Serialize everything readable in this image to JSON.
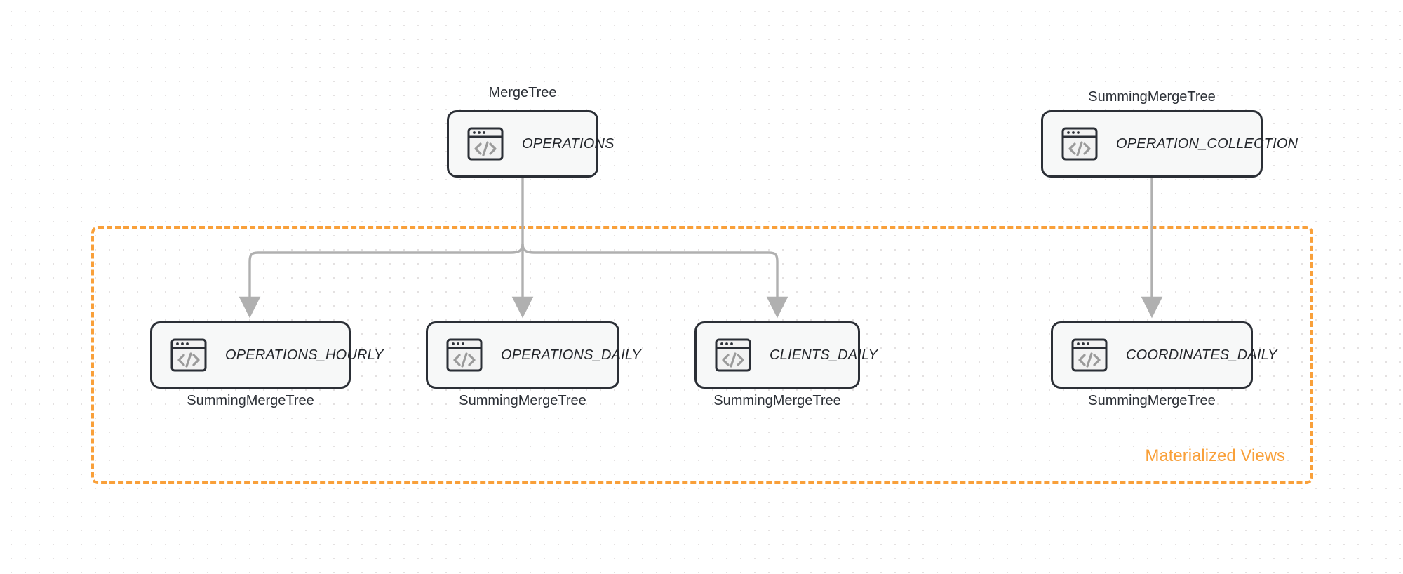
{
  "diagram": {
    "type": "clickhouse-materialized-views-flow",
    "background": {
      "style": "dotted-grid",
      "dot_color": "#e4e1e1",
      "page_color": "#ffffff"
    },
    "group": {
      "label": "Materialized Views",
      "border_style": "dashed",
      "accent_color": "#f9a03a"
    },
    "node_icon_name": "code-window-icon",
    "node_colors": {
      "fill": "#f7f8f8",
      "stroke": "#2b2f36",
      "text": "#23262b"
    },
    "edge_color": "#b0b0b0",
    "sources": [
      {
        "id": "operations",
        "name": "OPERATIONS",
        "engine": "MergeTree",
        "engine_position": "above"
      },
      {
        "id": "operation_collection",
        "name": "OPERATION_COLLECTION",
        "engine": "SummingMergeTree",
        "engine_position": "above"
      }
    ],
    "views": [
      {
        "id": "operations_hourly",
        "name": "OPERATIONS_HOURLY",
        "engine": "SummingMergeTree",
        "engine_position": "below",
        "parent": "operations"
      },
      {
        "id": "operations_daily",
        "name": "OPERATIONS_DAILY",
        "engine": "SummingMergeTree",
        "engine_position": "below",
        "parent": "operations"
      },
      {
        "id": "clients_daily",
        "name": "CLIENTS_DAILY",
        "engine": "SummingMergeTree",
        "engine_position": "below",
        "parent": "operations"
      },
      {
        "id": "coordinates_daily",
        "name": "COORDINATES_DAILY",
        "engine": "SummingMergeTree",
        "engine_position": "below",
        "parent": "operation_collection"
      }
    ]
  }
}
